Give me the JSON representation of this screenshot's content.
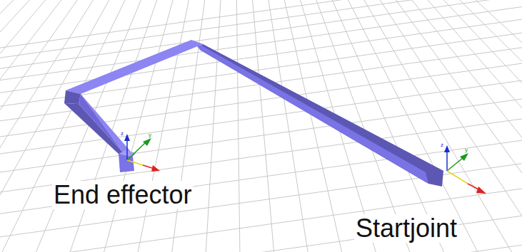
{
  "diagram": {
    "labels": [
      "End effector",
      "Startjoint",
      "z",
      "y",
      "z",
      "y"
    ]
  }
}
